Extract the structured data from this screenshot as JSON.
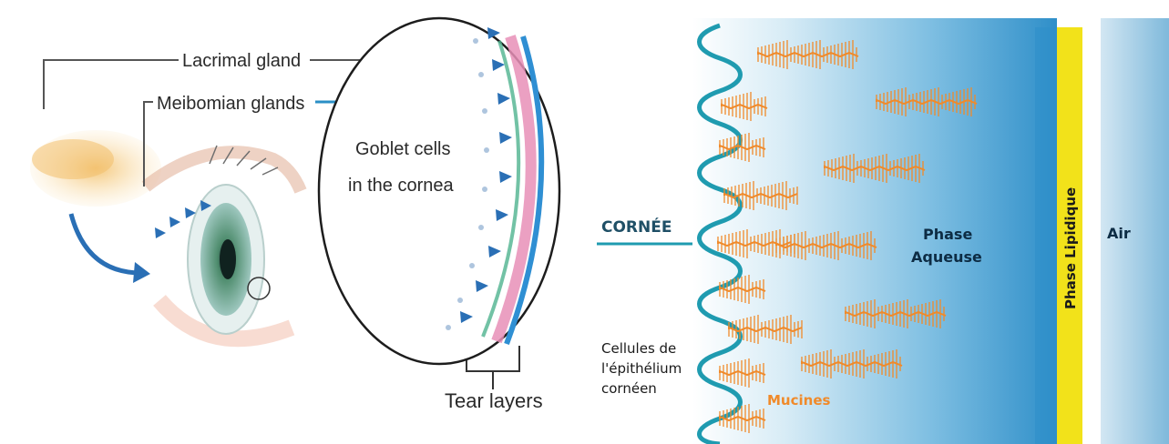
{
  "left_diagram": {
    "labels": {
      "lacrimal_gland": "Lacrimal gland",
      "meibomian_glands": "Meibomian glands",
      "goblet_cells_line1": "Goblet cells",
      "goblet_cells_line2": "in the cornea",
      "tear_layers": "Tear layers"
    }
  },
  "right_diagram": {
    "labels": {
      "cornee": "CORNÉE",
      "phase_aqueuse_line1": "Phase",
      "phase_aqueuse_line2": "Aqueuse",
      "phase_lipidique": "Phase Lipidique",
      "air": "Air",
      "cellules_line1": "Cellules de",
      "cellules_line2": "l'épithélium",
      "cellules_line3": "cornéen",
      "mucines": "Mucines"
    },
    "colors": {
      "aqueous_blue": "#2f8fc9",
      "lipid_yellow": "#f2e21a",
      "mucin_orange": "#f08a2a",
      "epithelium_teal": "#1f9bb0"
    }
  }
}
